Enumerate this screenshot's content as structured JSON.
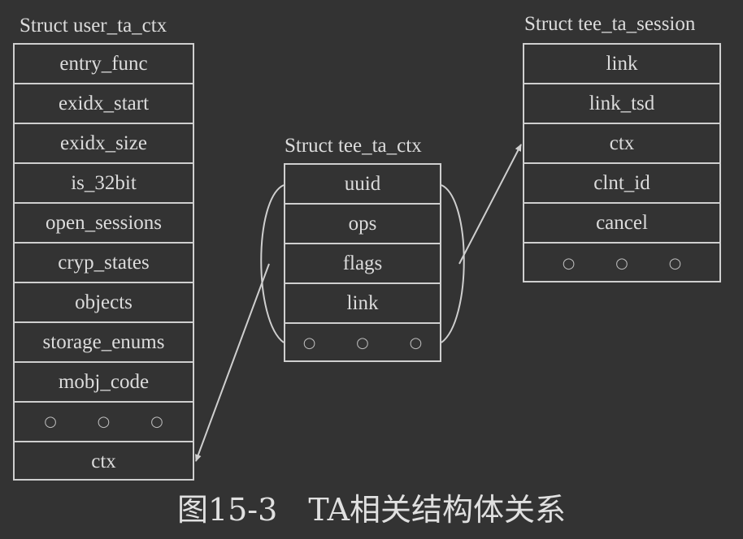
{
  "structs": {
    "user_ta_ctx": {
      "title": "Struct user_ta_ctx",
      "fields": [
        "entry_func",
        "exidx_start",
        "exidx_size",
        "is_32bit",
        "open_sessions",
        "cryp_states",
        "objects",
        "storage_enums",
        "mobj_code",
        "○  ○  ○",
        "ctx"
      ]
    },
    "tee_ta_ctx": {
      "title": "Struct tee_ta_ctx",
      "fields": [
        "uuid",
        "ops",
        "flags",
        "link",
        "○  ○  ○"
      ]
    },
    "tee_ta_session": {
      "title": "Struct tee_ta_session",
      "fields": [
        "link",
        "link_tsd",
        "ctx",
        "clnt_id",
        "cancel",
        "○  ○  ○"
      ]
    }
  },
  "caption": "图15-3　TA相关结构体关系",
  "colors": {
    "background": "#333333",
    "line": "#cfcfcf",
    "text": "#dcdcdc"
  }
}
